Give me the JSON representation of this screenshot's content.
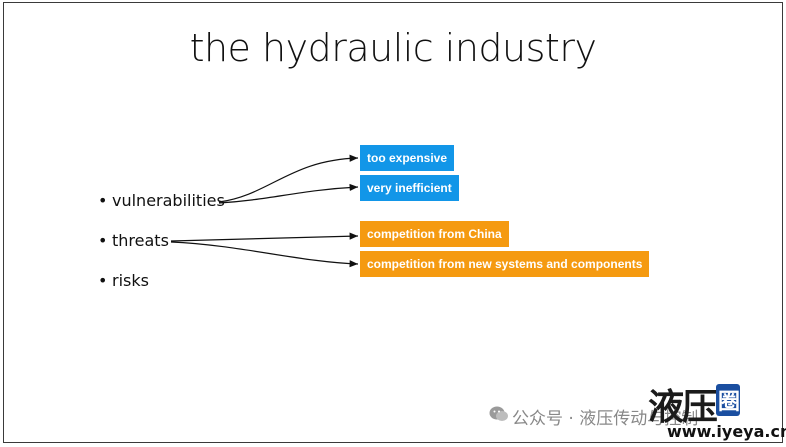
{
  "slide": {
    "title": "the hydraulic industry",
    "bullets": [
      {
        "label": "vulnerabilities"
      },
      {
        "label": "threats"
      },
      {
        "label": "risks"
      }
    ],
    "boxes": [
      {
        "label": "too expensive",
        "color": "#1296e8"
      },
      {
        "label": "very inefficient",
        "color": "#1296e8"
      },
      {
        "label": "competition from China",
        "color": "#f59a10"
      },
      {
        "label": "competition from new systems and components",
        "color": "#f59a10"
      }
    ]
  },
  "watermark": {
    "caption": "公众号 · 液压传动与控制",
    "logo_text": "液压",
    "logo_badge": "圈",
    "url": "www.iyeya.cn",
    "icon": "wechat-icon"
  }
}
